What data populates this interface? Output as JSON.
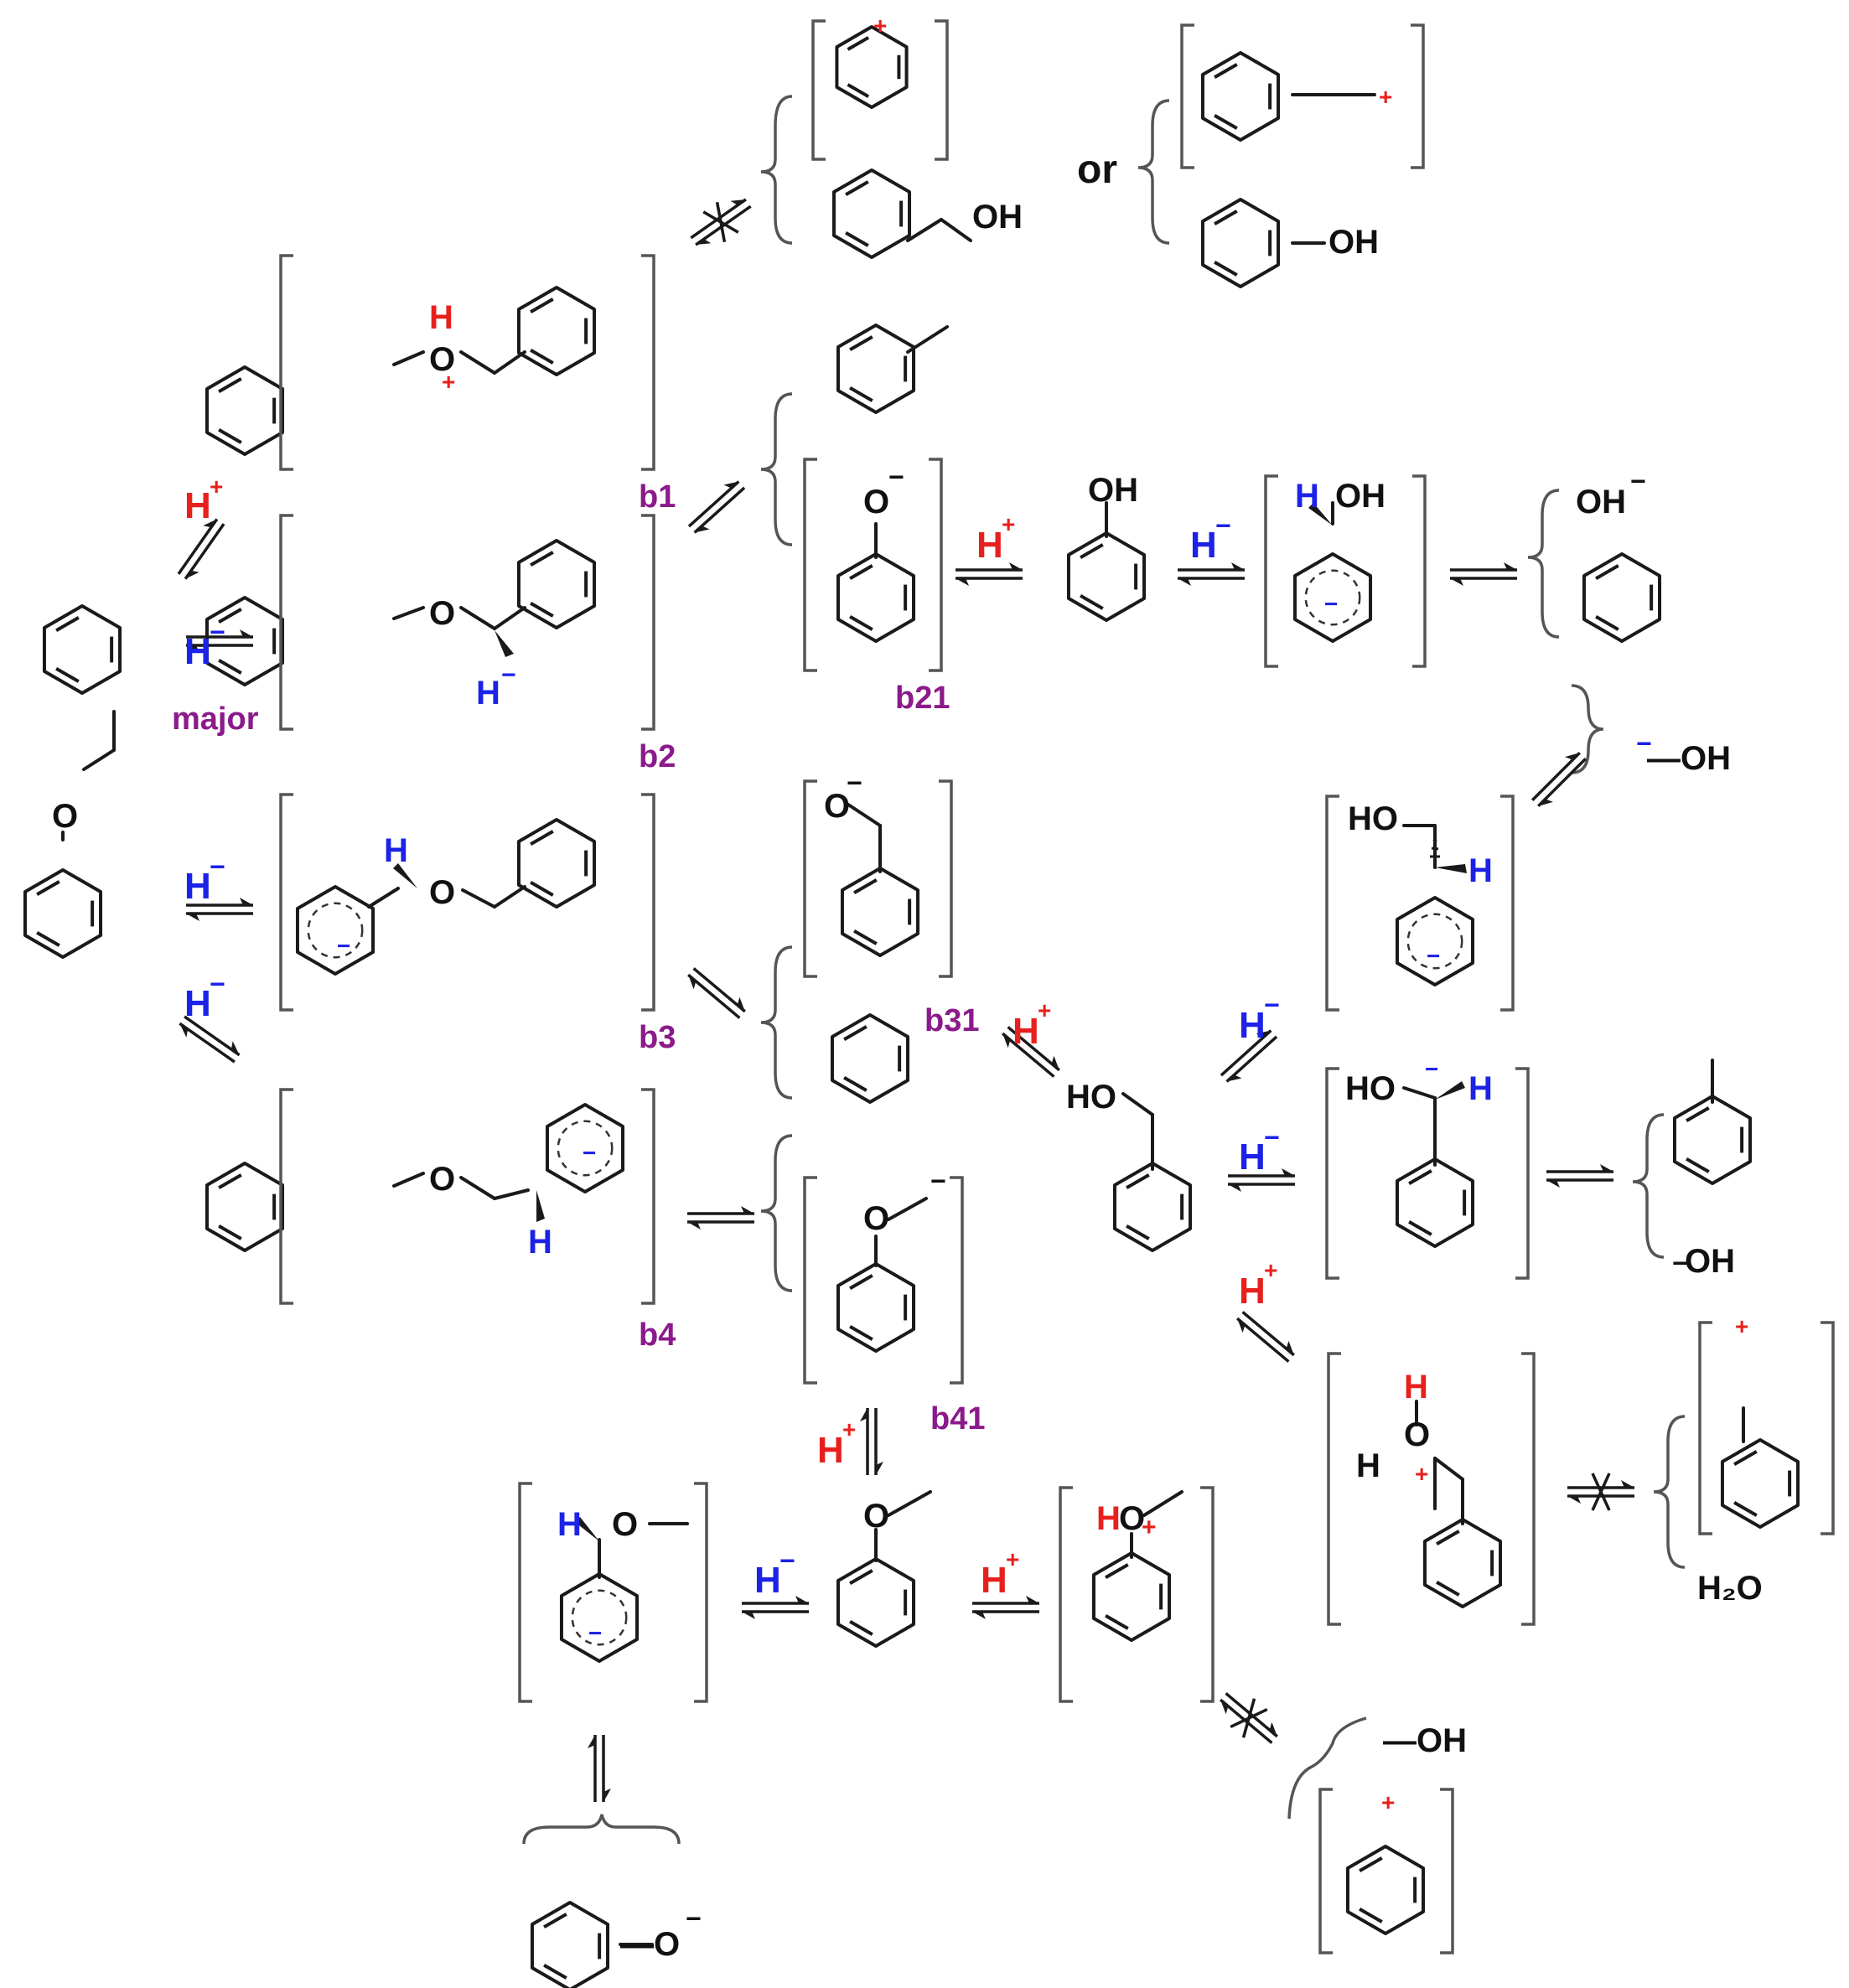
{
  "colors": {
    "bond": "#1a1a1a",
    "proton": "#e8201d",
    "hydride": "#1c22e6",
    "species_label": "#8b1a8b",
    "bracket": "#555555"
  },
  "labels": {
    "b1": "b1",
    "b2": "b2",
    "b3": "b3",
    "b4": "b4",
    "b21": "b21",
    "b31": "b31",
    "b41": "b41",
    "major": "major",
    "or": "or"
  },
  "reagents": {
    "h": "H",
    "plus": "+",
    "minus": "−"
  },
  "atoms": {
    "oh": "OH",
    "ho": "HO",
    "o": "O",
    "h": "H",
    "h2o": "H₂O",
    "oh_minus": "OH",
    "o_minus": "O",
    "bond_oh": "—OH",
    "bond_o": "—O"
  },
  "icons": [
    "hexagon-ring",
    "equilibrium-arrow",
    "blocked-equilibrium-arrow",
    "square-bracket",
    "curly-brace"
  ]
}
